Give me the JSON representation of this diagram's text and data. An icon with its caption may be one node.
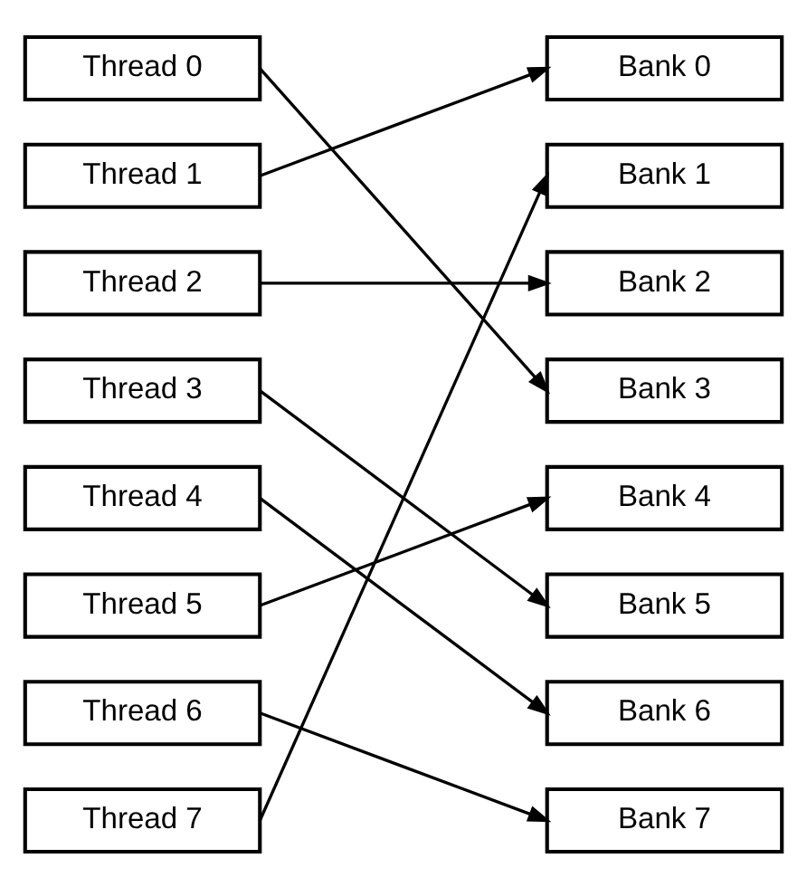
{
  "diagram": {
    "nodes": [
      {
        "text": [
          "Thread 0"
        ]
      },
      {
        "text": [
          "Thread 1"
        ]
      },
      {
        "text": [
          "Thread 2"
        ]
      },
      {
        "text": [
          "Thread 3"
        ]
      },
      {
        "text": [
          "Thread 4"
        ]
      },
      {
        "text": [
          "Thread 5"
        ]
      },
      {
        "text": [
          "Thread 6"
        ]
      },
      {
        "text": [
          "Thread 7"
        ]
      },
      {
        "text": [
          "Bank 0"
        ]
      },
      {
        "text": [
          "Bank 1"
        ]
      },
      {
        "text": [
          "Bank 2"
        ]
      },
      {
        "text": [
          "Bank 3"
        ]
      },
      {
        "text": [
          "Bank 4"
        ]
      },
      {
        "text": [
          "Bank 5"
        ]
      },
      {
        "text": [
          "Bank 6"
        ]
      },
      {
        "text": [
          "Bank 7"
        ]
      }
    ],
    "edges": [
      {
        "from": 0,
        "to": 11,
        "arrow": "to"
      },
      {
        "from": 1,
        "to": 8,
        "arrow": "to"
      },
      {
        "from": 2,
        "to": 10,
        "arrow": "to"
      },
      {
        "from": 3,
        "to": 13,
        "arrow": "to"
      },
      {
        "from": 4,
        "to": 14,
        "arrow": "to"
      },
      {
        "from": 5,
        "to": 12,
        "arrow": "to"
      },
      {
        "from": 6,
        "to": 15,
        "arrow": "to"
      },
      {
        "from": 7,
        "to": 9,
        "arrow": "to"
      }
    ]
  }
}
